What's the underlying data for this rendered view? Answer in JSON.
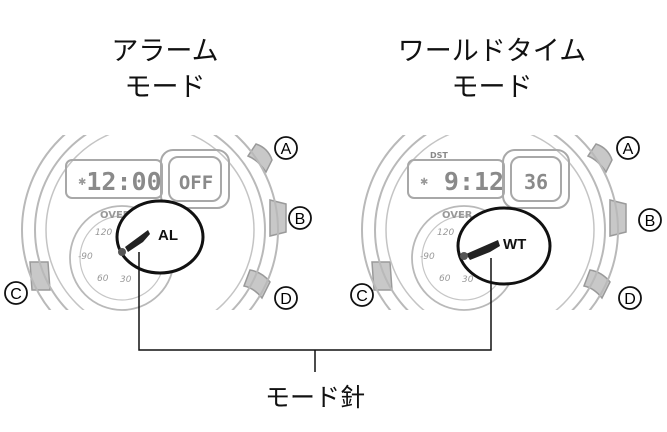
{
  "left_mode": {
    "title_line1": "アラーム",
    "title_line2": "モード",
    "time": "12:00",
    "sub": "OFF",
    "hand_label": "AL"
  },
  "right_mode": {
    "title_line1": "ワールドタイム",
    "title_line2": "モード",
    "time": "9:12",
    "sub": "36",
    "dst": "DST",
    "hand_label": "WT"
  },
  "dial": {
    "over": "OVER",
    "n120": "120",
    "n90": "-90",
    "n60": "60",
    "n30": "30"
  },
  "buttons": {
    "a": "A",
    "b": "B",
    "c": "C",
    "d": "D"
  },
  "caption": "モード針",
  "colors": {
    "watch_outline": "#b9b9b9",
    "button_fill": "#c8c8c8",
    "ink": "#111111"
  }
}
